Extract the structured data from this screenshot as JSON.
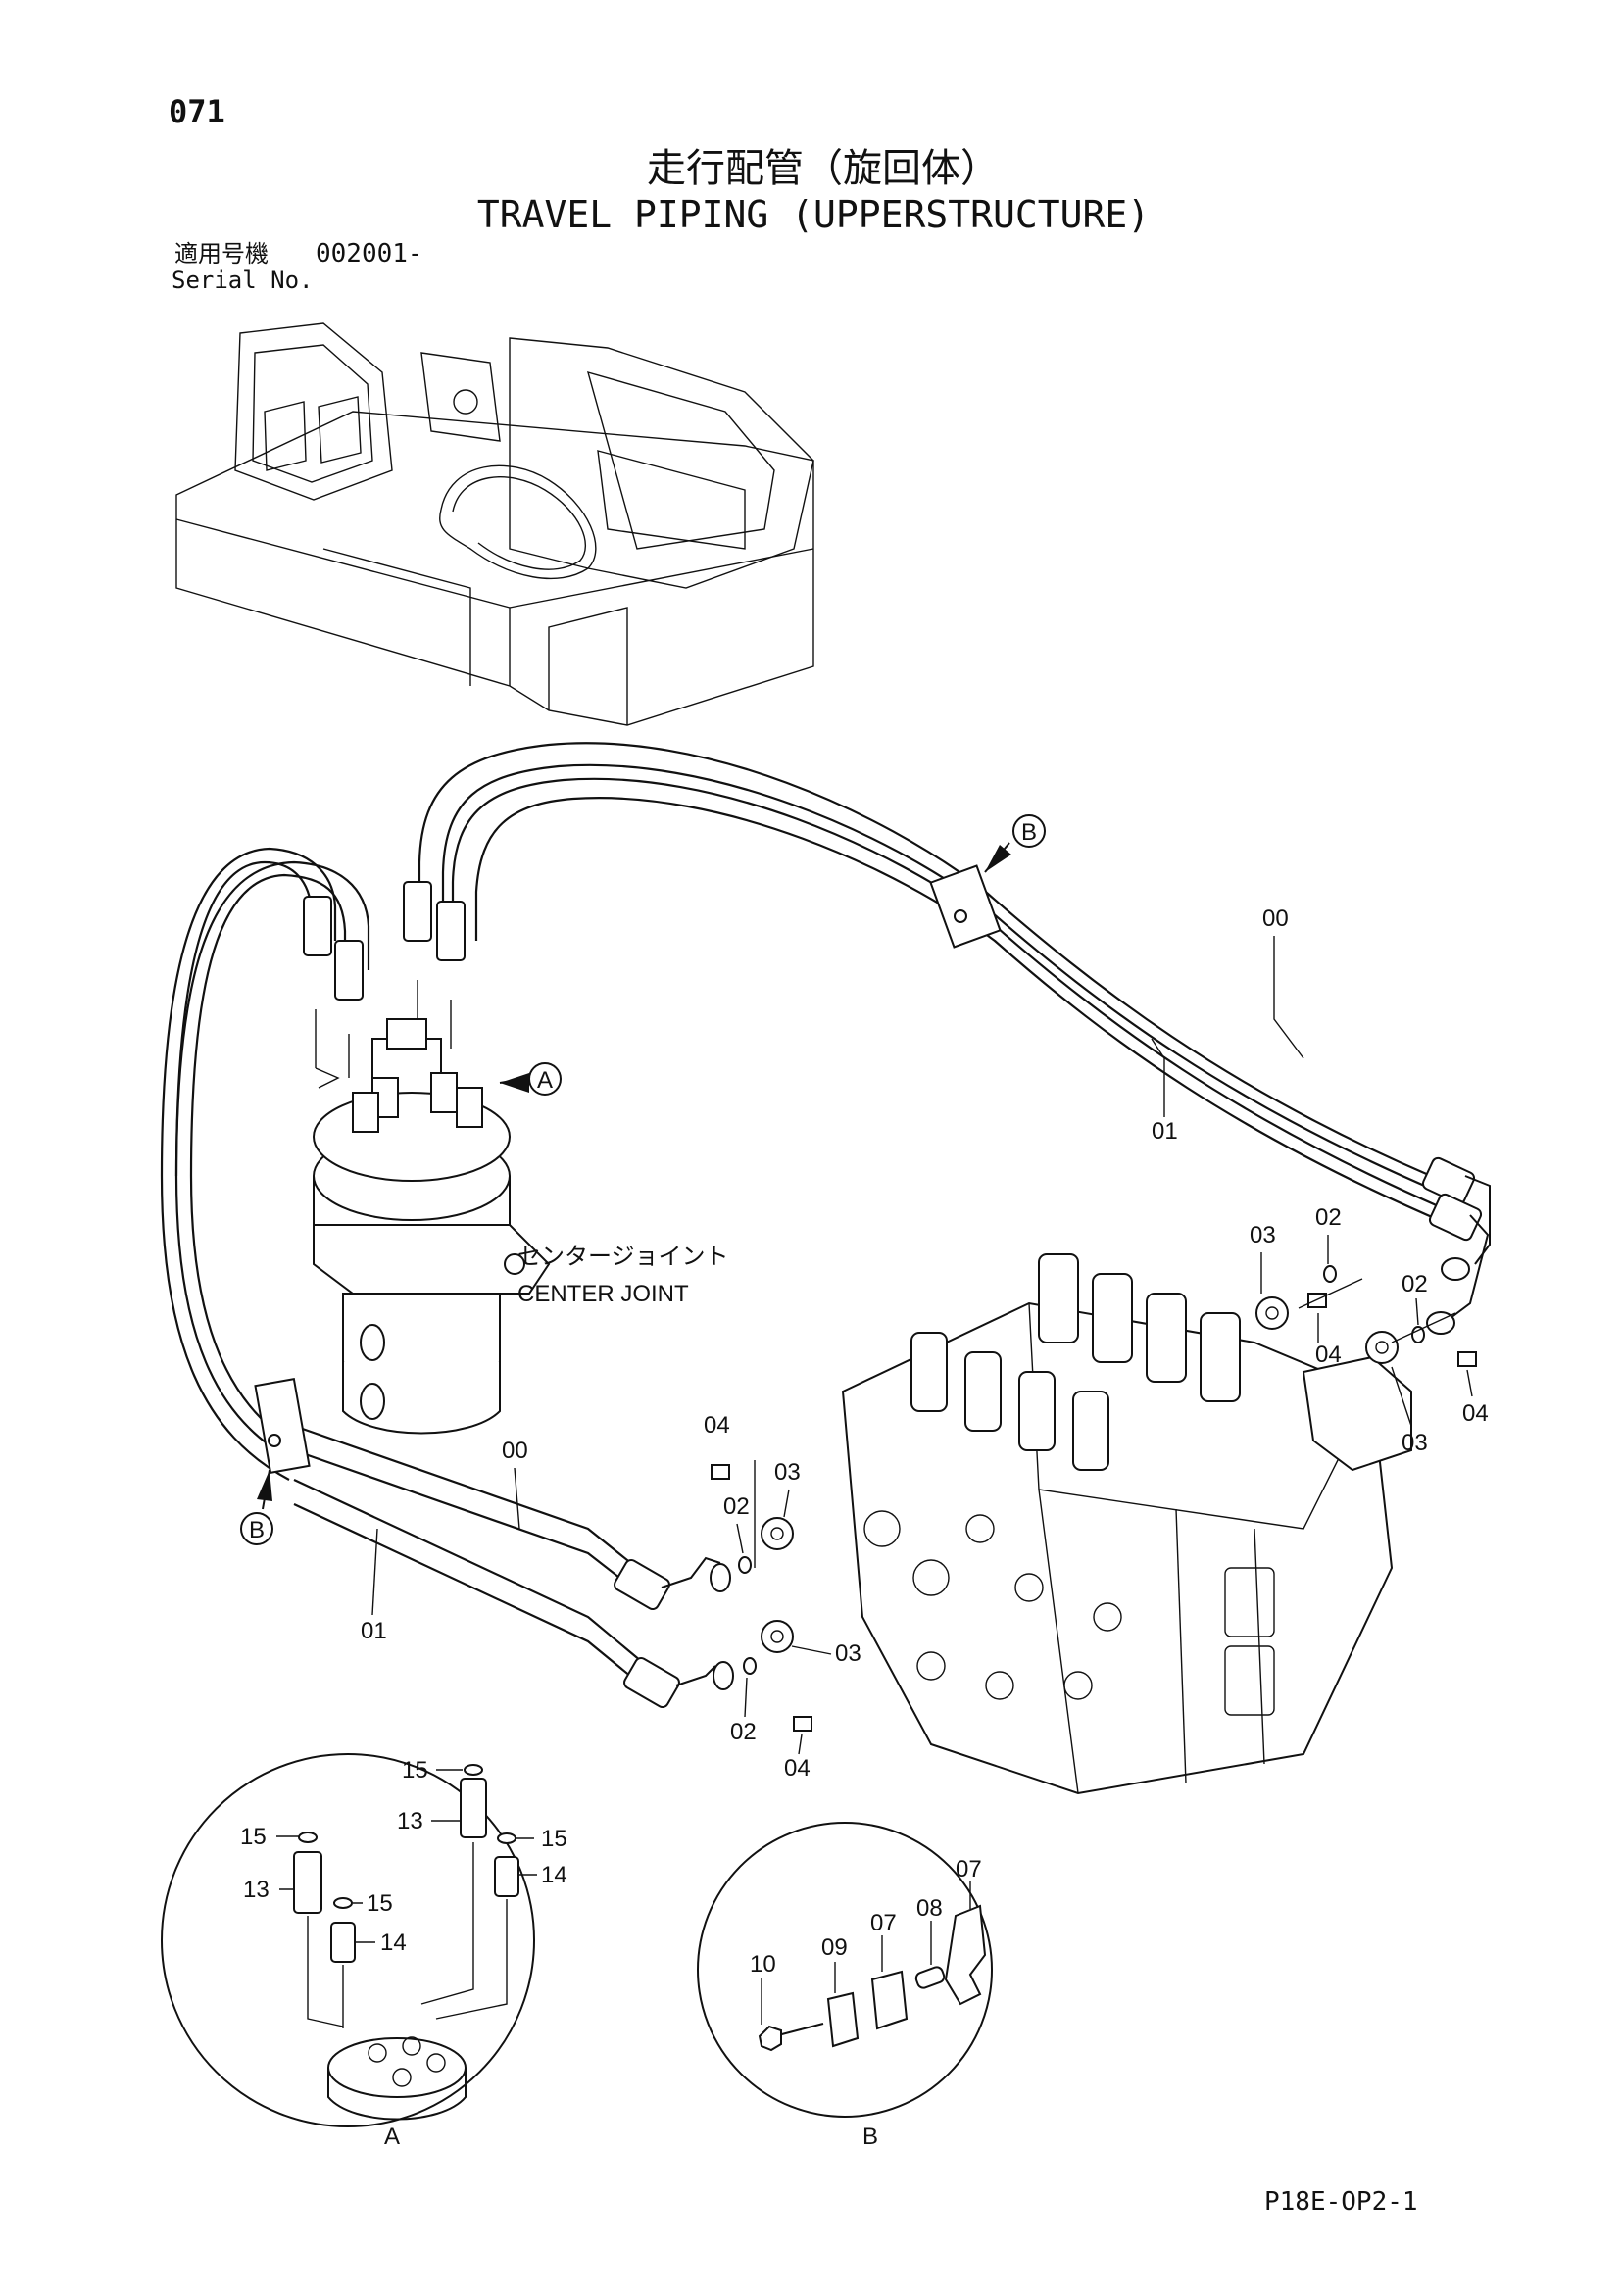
{
  "header": {
    "page_number": "071",
    "title_jp": "走行配管（旋回体）",
    "title_en": "TRAVEL PIPING (UPPERSTRUCTURE)",
    "serial_jp": "適用号機",
    "serial_value": "002001-",
    "serial_en": "Serial No."
  },
  "center_joint": {
    "label_jp": "センタージョイント",
    "label_en": "CENTER JOINT"
  },
  "callouts": {
    "A": "A",
    "B": "B"
  },
  "detail_labels": {
    "detail_a": "A",
    "detail_b": "B"
  },
  "part_labels": {
    "p00_top": "00",
    "p01_top": "01",
    "p00_bottom": "00",
    "p01_bottom": "01",
    "p03_upper_a": "03",
    "p02_upper_a": "02",
    "p04_upper_a": "04",
    "p02_upper_b": "02",
    "p03_upper_b": "03",
    "p04_upper_b": "04",
    "p04_mid": "04",
    "p03_mid": "03",
    "p02_mid": "02",
    "p03_low": "03",
    "p02_low": "02",
    "p04_low": "04",
    "a15_top": "15",
    "a13_top": "13",
    "a15_left": "15",
    "a15_right": "15",
    "a13_left": "13",
    "a14_right": "14",
    "a15_mid": "15",
    "a14_mid": "14",
    "b07_left": "07",
    "b07_right": "07",
    "b08": "08",
    "b09": "09",
    "b10": "10"
  },
  "footer": {
    "drawing_code": "P18E-OP2-1"
  }
}
